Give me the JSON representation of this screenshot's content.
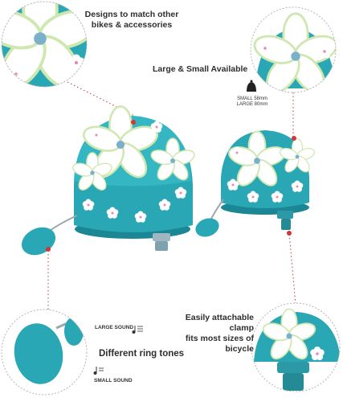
{
  "captions": {
    "designs_line1": "Designs to match other",
    "designs_line2": "bikes & accessories",
    "sizes": "Large & Small Available",
    "clamp_line1": "Easily attachable clamp",
    "clamp_line2": "fits most sizes of bicycle",
    "ring_tones": "Different ring tones"
  },
  "sizes": {
    "small": "SMALL 58mm",
    "large": "LARGE 80mm"
  },
  "sounds": {
    "large": "LARGE SOUND",
    "small": "SMALL SOUND"
  },
  "colors": {
    "bell_teal": "#2aa7b5",
    "bell_dark": "#1c8794",
    "flower_white": "#ffffff",
    "flower_green": "#cfe7b0",
    "dot_red": "#d8333a",
    "outline": "#b5b5b5"
  },
  "icons": {
    "bell": "bell-icon",
    "music_large": "music-note-icon",
    "music_small": "music-note-icon"
  }
}
